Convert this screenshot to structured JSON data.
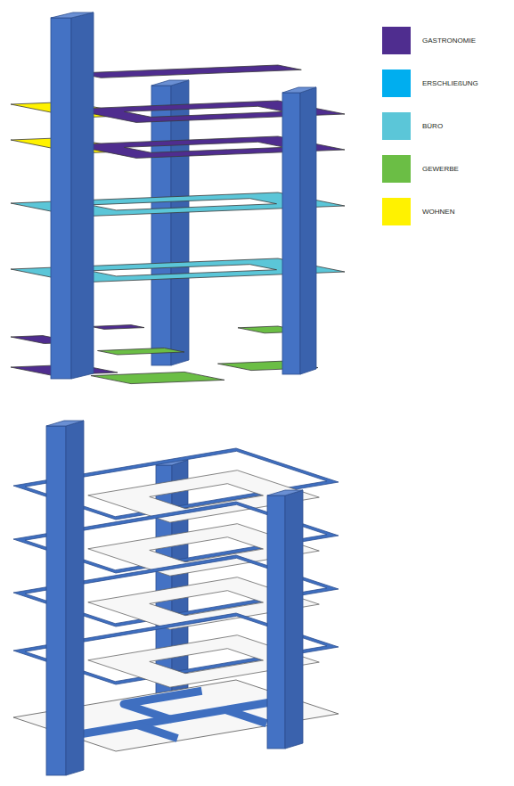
{
  "diagram": {
    "legend": [
      {
        "text": "GASTRONOMIE",
        "color": "#4F2D8F"
      },
      {
        "text": "ERSCHLIEßUNG",
        "color": "#00AEEF"
      },
      {
        "text": "BÜRO",
        "color": "#5BC6D8"
      },
      {
        "text": "GEWERBE",
        "color": "#6BBE45"
      },
      {
        "text": "WOHNEN",
        "color": "#FFF200"
      }
    ]
  }
}
